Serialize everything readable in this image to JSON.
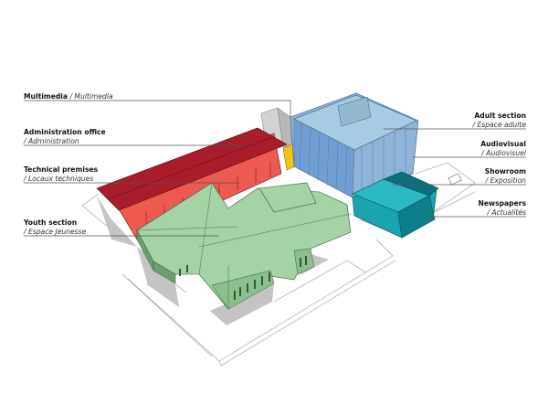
{
  "diagram": {
    "type": "axonometric-building-program",
    "colors": {
      "administration_roof": "#a81c2c",
      "administration_wall": "#ee5a50",
      "youth": "#a4d3a6",
      "youth_dark": "#6f9e72",
      "adult_top": "#a7cbe3",
      "adult_side": "#6b9bd1",
      "showroom_top": "#2bb9c2",
      "showroom_dark": "#0c6f7d",
      "audiovisual": "#f0c214",
      "multimedia": "#c8c8c8",
      "shadow": "#bdbdbd",
      "leader_line": "#555555"
    }
  },
  "labels_left": [
    {
      "id": "multimedia",
      "en": "Multimedia",
      "fr": "Multimedia",
      "inline": true
    },
    {
      "id": "administration",
      "en": "Administration office",
      "fr": "Administration",
      "inline": false
    },
    {
      "id": "technical",
      "en": "Technical premises",
      "fr": "Locaux techniques",
      "inline": false
    },
    {
      "id": "youth",
      "en": "Youth section",
      "fr": "Espace Jeunesse",
      "inline": false
    }
  ],
  "labels_right": [
    {
      "id": "adult",
      "en": "Adult section",
      "fr": "Espace adulte"
    },
    {
      "id": "audiovisual",
      "en": "Audiovisual",
      "fr": "Audiovisuel"
    },
    {
      "id": "showroom",
      "en": "Showroom",
      "fr": "Exposition"
    },
    {
      "id": "newspapers",
      "en": "Newspapers",
      "fr": "Actualités"
    }
  ],
  "separator": " / "
}
